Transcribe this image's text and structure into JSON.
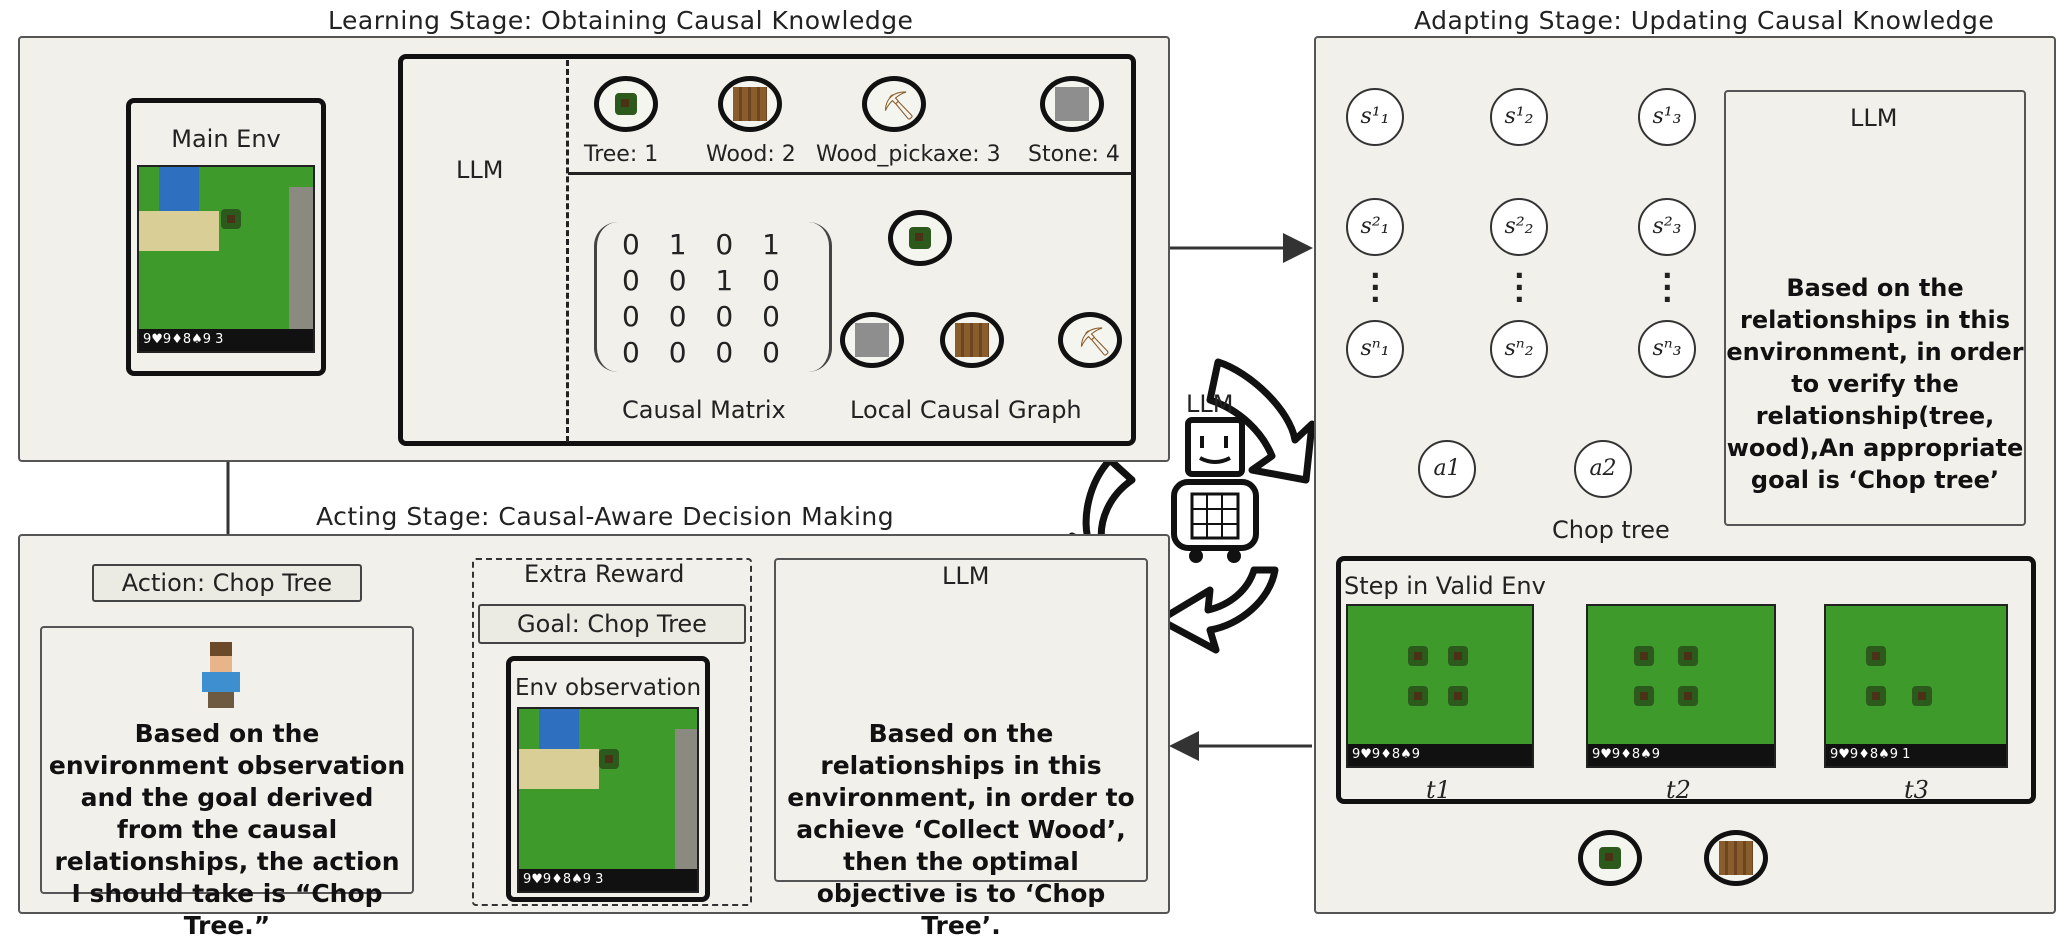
{
  "learning": {
    "title": "Learning Stage: Obtaining Causal Knowledge",
    "main_env": "Main Env",
    "llm": "LLM",
    "items": [
      "Tree: 1",
      "Wood: 2",
      "Wood_pickaxe: 3",
      "Stone: 4"
    ],
    "matrix": [
      "0 1 0 1",
      "0 0 1 0",
      "0 0 0 0",
      "0 0 0 0"
    ],
    "causal_matrix_label": "Causal Matrix",
    "local_graph_label": "Local Causal Graph",
    "hud": "9♥9♦8♠9  3"
  },
  "adapting": {
    "title": "Adapting Stage: Updating Causal Knowledge",
    "nodes_s1": [
      "s",
      "s",
      "s"
    ],
    "sup": [
      "1",
      "2",
      "n"
    ],
    "a1": "a1",
    "a2": "a2",
    "chop_tree": "Chop tree",
    "llm": "LLM",
    "reason": "Based on the relationships in this environment, in order to verify the relationship(tree, wood),An appropriate goal is ‘Chop tree’",
    "step_title": "Step in Valid Env",
    "t_labels": [
      "t1",
      "t2",
      "t3"
    ],
    "hud1": "9♥9♦8♠9",
    "hud3": "9♥9♦8♠9  1"
  },
  "center": {
    "llm": "LLM"
  },
  "acting": {
    "title": "Acting Stage: Causal-Aware Decision Making",
    "action": "Action: Chop Tree",
    "agent_text": "Based on the environment observation and the goal derived from the causal relationships, the action I should take is  “Chop Tree.”",
    "extra_reward": "Extra Reward",
    "goal": "Goal: Chop Tree",
    "env_obs": "Env observation",
    "llm": "LLM",
    "llm_text": "Based on the relationships in this environment, in order to achieve ‘Collect Wood’, then the optimal objective is to ‘Chop Tree’."
  }
}
